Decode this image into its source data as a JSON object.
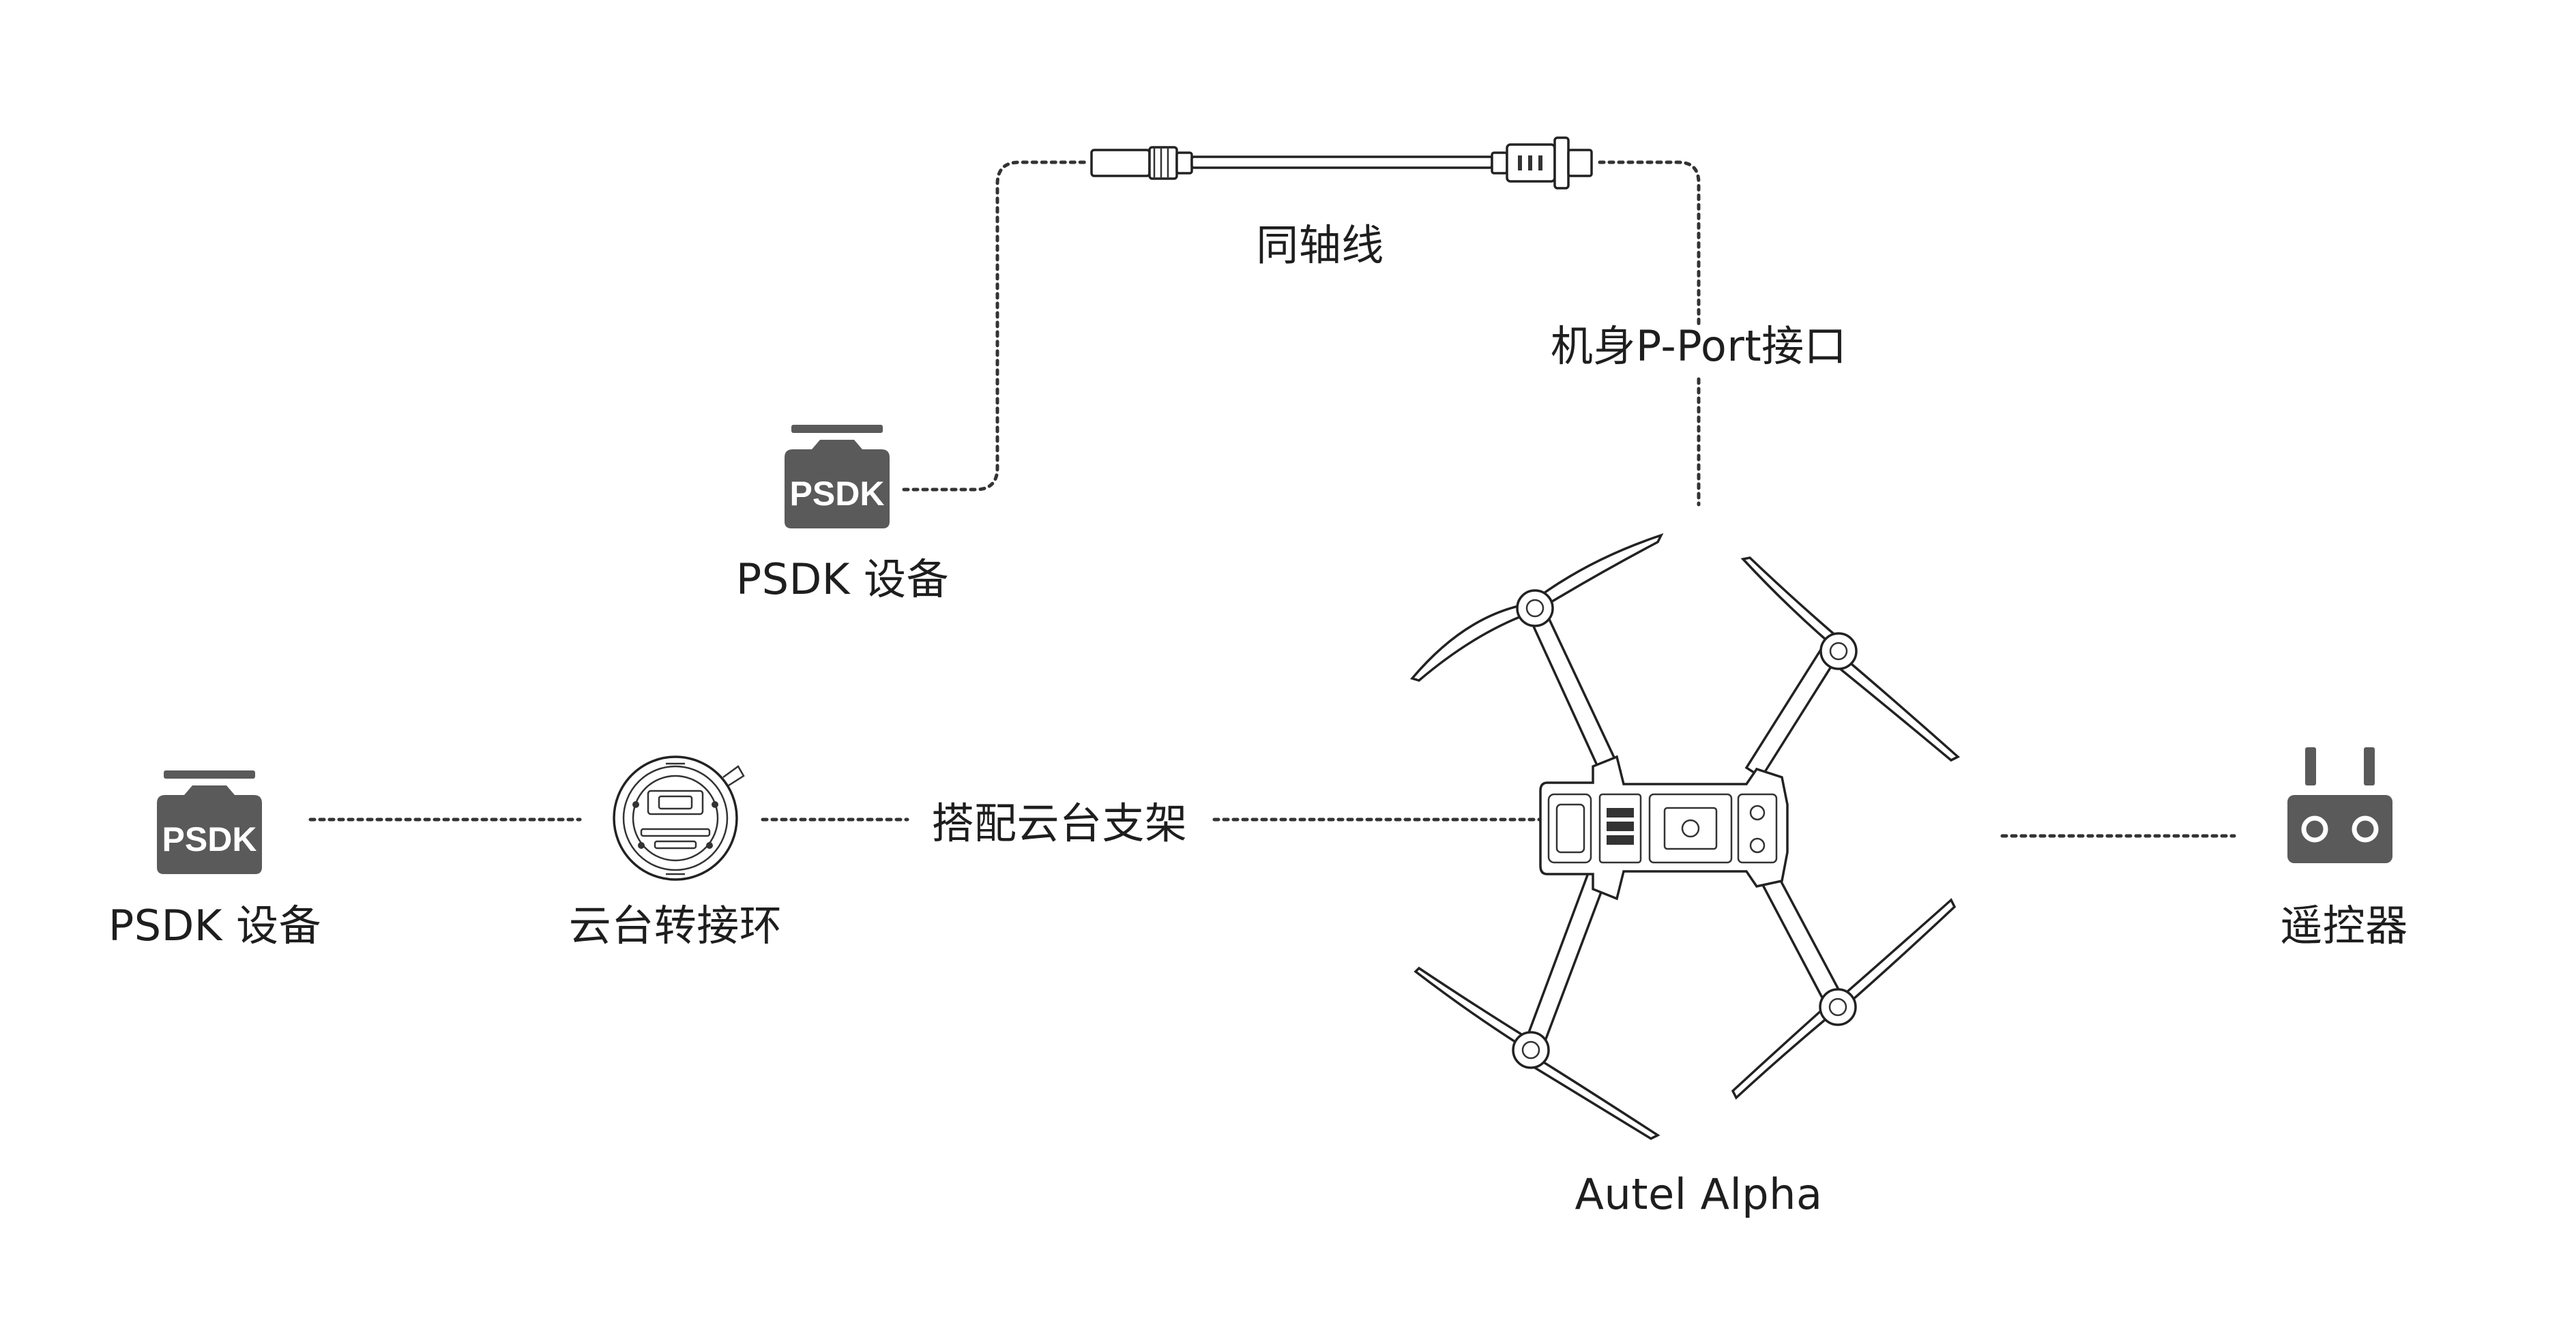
{
  "labels": {
    "coax_cable": "同轴线",
    "body_port": "机身P-Port接口",
    "psdk_top": "PSDK 设备",
    "psdk_left": "PSDK 设备",
    "gimbal_adapter": "云台转接环",
    "gimbal_mount": "搭配云台支架",
    "drone": "Autel Alpha",
    "remote": "遥控器"
  },
  "psdk_badge_text": "PSDK",
  "colors": {
    "icon_fill": "#5a5a5a",
    "line": "#333333",
    "text": "#1e1e1e"
  },
  "icons": {
    "psdk_device": "psdk-device-icon",
    "gimbal_adapter": "gimbal-adapter-ring-icon",
    "coax_cable": "coaxial-cable-icon",
    "drone": "quadcopter-drone-icon",
    "remote": "remote-controller-icon"
  }
}
